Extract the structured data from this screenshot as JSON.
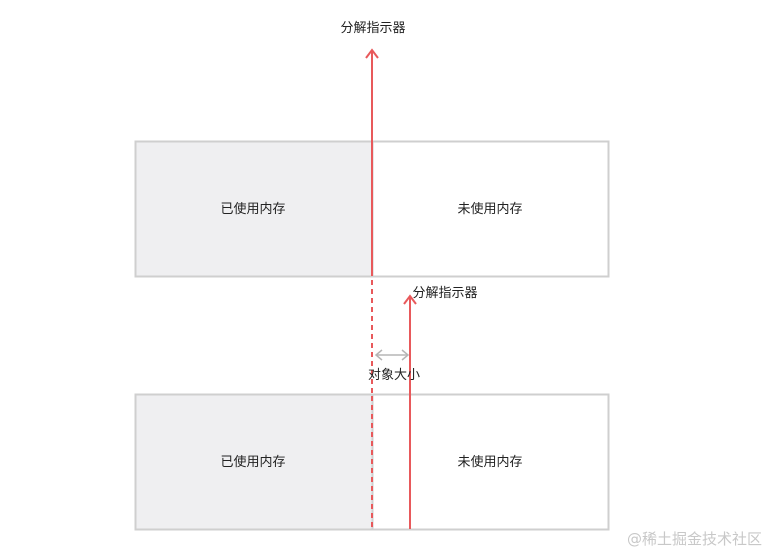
{
  "colors": {
    "used_fill": "#efeff1",
    "box_border": "#cfcfcf",
    "pointer": "#e8595b",
    "size_arrow": "#b5b5b5",
    "text": "#222222",
    "watermark": "#c8c8c8"
  },
  "top_diagram": {
    "pointer_label": "分解指示器",
    "used_label": "已使用内存",
    "unused_label": "未使用内存"
  },
  "bottom_diagram": {
    "pointer_label": "分解指示器",
    "size_label": "对象大小",
    "used_label": "已使用内存",
    "unused_label": "未使用内存"
  },
  "watermark": "@稀土掘金技术社区"
}
